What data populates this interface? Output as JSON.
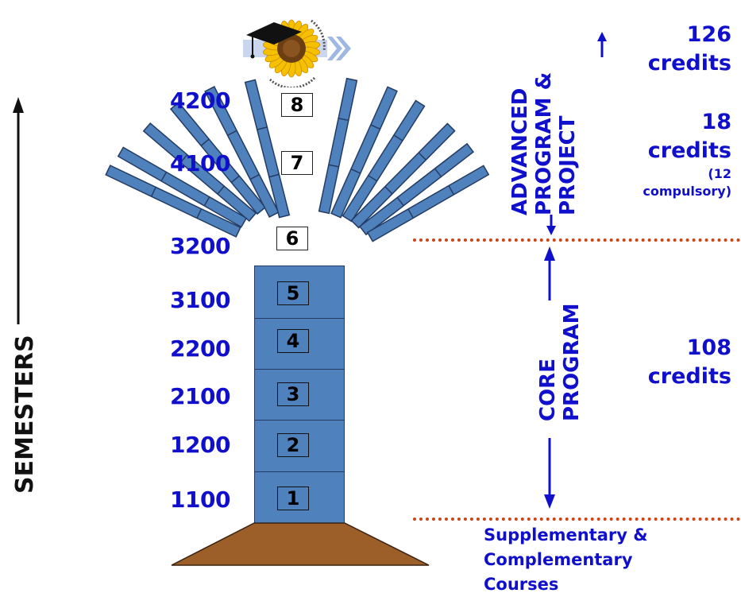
{
  "axis_label": "SEMESTERS",
  "semester_codes": [
    "4200",
    "4100",
    "3200",
    "3100",
    "2200",
    "2100",
    "1200",
    "1100"
  ],
  "semester_numbers": [
    "8",
    "7",
    "6",
    "5",
    "4",
    "3",
    "2",
    "1"
  ],
  "advanced_label": "ADVANCED\nPROGRAM &\nPROJECT",
  "core_label": "CORE\nPROGRAM",
  "credits": {
    "total_value": "126",
    "total_unit": "credits",
    "advanced_value": "18",
    "advanced_unit": "credits",
    "advanced_note_1": "(12",
    "advanced_note_2": "compulsory)",
    "core_value": "108",
    "core_unit": "credits"
  },
  "supplementary": [
    "Supplementary &",
    "Complementary",
    "Courses"
  ],
  "colors": {
    "text_blue": "#1010cc",
    "trunk_blue": "#4f81bd",
    "soil_brown": "#9c5f2a",
    "divider_orange": "#c8461a",
    "sunflower_yellow": "#f5c000"
  }
}
